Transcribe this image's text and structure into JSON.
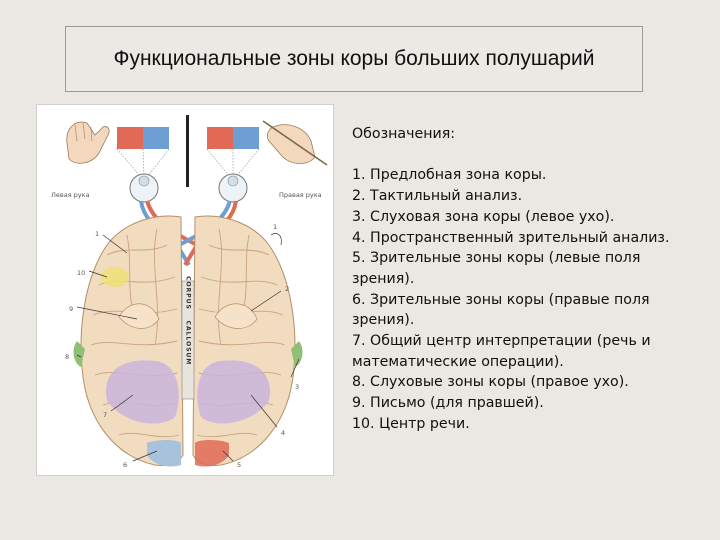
{
  "title": "Функциональные зоны коры больших полушарий",
  "figure": {
    "left_hand_label": "Левая рука",
    "right_hand_label": "Правая рука",
    "corpus_label": "CORPUS",
    "callosum_label": "CALLOSUM",
    "numbers": [
      "1",
      "2",
      "3",
      "4",
      "5",
      "6",
      "7",
      "8",
      "9",
      "10",
      "1"
    ],
    "colors": {
      "red_field": "#e06a55",
      "blue_field": "#6d9fd2",
      "yellow_zone": "#efe07a",
      "violet_zone": "#c9b5da",
      "green_zone": "#8fc076",
      "brain_tissue": "#f2dcc0"
    }
  },
  "legend": {
    "heading": "Обозначения:",
    "items": [
      "1. Предлобная зона коры.",
      "2. Тактильный анализ.",
      "3. Слуховая зона коры (левое ухо).",
      "4. Пространственный зрительный анализ.",
      "5. Зрительные зоны коры (левые поля зрения).",
      "6. Зрительные зоны коры (правые поля зрения).",
      "7. Общий центр интерпретации (речь и математические операции).",
      "8. Слуховые зоны коры (правое ухо).",
      "9. Письмо (для правшей).",
      "10. Центр речи."
    ]
  }
}
